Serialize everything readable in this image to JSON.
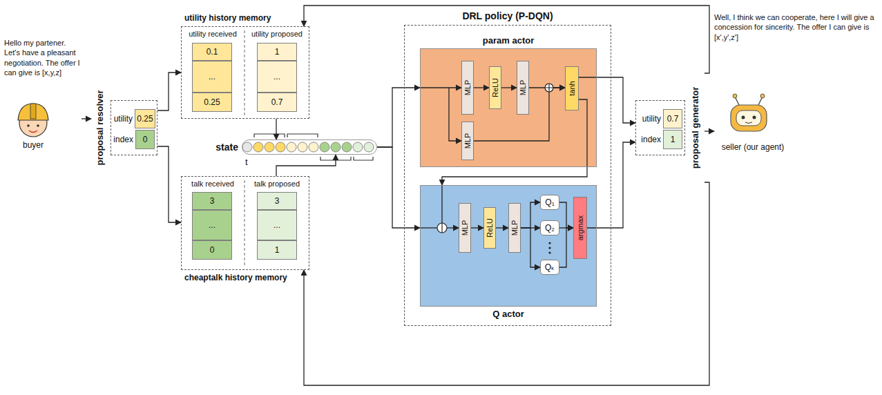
{
  "diagram": {
    "nodes": [
      {
        "text": [
          "Hello my partener. Let's have a pleasant negotiation. The offer I can give is [x,y,z]",
          "buyer"
        ]
      },
      {
        "text": [
          "proposal resolver"
        ]
      },
      {
        "text": [
          "utility",
          "0.25"
        ],
        "in": 1
      },
      {
        "text": [
          "index",
          "0"
        ],
        "in": 1
      },
      {
        "text": [
          "utility history memory"
        ]
      },
      {
        "text": [
          "utility received"
        ],
        "in": 4
      },
      {
        "text": [
          "0.1"
        ],
        "in": 5
      },
      {
        "text": [
          "..."
        ],
        "in": 5
      },
      {
        "text": [
          "0.25"
        ],
        "in": 5
      },
      {
        "text": [
          "utility proposed"
        ],
        "in": 4
      },
      {
        "text": [
          "1"
        ],
        "in": 9
      },
      {
        "text": [
          "..."
        ],
        "in": 9
      },
      {
        "text": [
          "0.7"
        ],
        "in": 9
      },
      {
        "text": [
          "state",
          "t"
        ]
      },
      {
        "text": [
          "cheaptalk history memory"
        ]
      },
      {
        "text": [
          "talk received"
        ],
        "in": 14
      },
      {
        "text": [
          "3"
        ],
        "in": 15
      },
      {
        "text": [
          "..."
        ],
        "in": 15
      },
      {
        "text": [
          "0"
        ],
        "in": 15
      },
      {
        "text": [
          "talk proposed"
        ],
        "in": 14
      },
      {
        "text": [
          "3"
        ],
        "in": 19
      },
      {
        "text": [
          "..."
        ],
        "in": 19
      },
      {
        "text": [
          "1"
        ],
        "in": 19
      },
      {
        "text": [
          "DRL policy (P-DQN)"
        ]
      },
      {
        "text": [
          "param actor"
        ],
        "in": 23
      },
      {
        "text": [
          "MLP"
        ],
        "in": 24
      },
      {
        "text": [
          "ReLU"
        ],
        "in": 24
      },
      {
        "text": [
          "MLP"
        ],
        "in": 24
      },
      {
        "text": [
          "MLP"
        ],
        "in": 24
      },
      {
        "text": [
          "tanh"
        ],
        "in": 24
      },
      {
        "text": [
          "Q actor"
        ],
        "in": 23
      },
      {
        "text": [
          "MLP"
        ],
        "in": 30
      },
      {
        "text": [
          "ReLU"
        ],
        "in": 30
      },
      {
        "text": [
          "MLP"
        ],
        "in": 30
      },
      {
        "text": [
          "Q₁"
        ],
        "in": 30
      },
      {
        "text": [
          "Q₂"
        ],
        "in": 30
      },
      {
        "text": [
          "Qₖ"
        ],
        "in": 30
      },
      {
        "text": [
          "argmax"
        ],
        "in": 30
      },
      {
        "text": [
          "proposal generator"
        ]
      },
      {
        "text": [
          "utility",
          "0.7"
        ],
        "in": 38
      },
      {
        "text": [
          "index",
          "1"
        ],
        "in": 38
      },
      {
        "text": [
          "Well, I think we can cooperate, here I will give a concession for sincerity. The offer I can give is [x',y',z']",
          "seller (our agent)"
        ]
      }
    ],
    "edges": [
      {
        "from": 0,
        "to": 1,
        "arrow": "to"
      },
      {
        "from": 1,
        "to": 4,
        "arrow": "to"
      },
      {
        "from": 1,
        "to": 14,
        "arrow": "to"
      },
      {
        "from": 4,
        "to": 13,
        "arrow": "to"
      },
      {
        "from": 14,
        "to": 13,
        "arrow": "to"
      },
      {
        "from": 13,
        "to": 24,
        "arrow": "to"
      },
      {
        "from": 13,
        "to": 30,
        "arrow": "to"
      },
      {
        "from": 25,
        "to": 26,
        "arrow": "to"
      },
      {
        "from": 26,
        "to": 27,
        "arrow": "to"
      },
      {
        "from": 27,
        "to": 29,
        "arrow": "to"
      },
      {
        "from": 28,
        "to": 29,
        "arrow": "to"
      },
      {
        "from": 29,
        "to": 30,
        "arrow": "to"
      },
      {
        "from": 29,
        "to": 38,
        "arrow": "to"
      },
      {
        "from": 31,
        "to": 32,
        "arrow": "to"
      },
      {
        "from": 32,
        "to": 33,
        "arrow": "to"
      },
      {
        "from": 33,
        "to": 34,
        "arrow": "to"
      },
      {
        "from": 33,
        "to": 35,
        "arrow": "to"
      },
      {
        "from": 33,
        "to": 36,
        "arrow": "to"
      },
      {
        "from": 34,
        "to": 37,
        "arrow": "to"
      },
      {
        "from": 35,
        "to": 37,
        "arrow": "to"
      },
      {
        "from": 36,
        "to": 37,
        "arrow": "to"
      },
      {
        "from": 37,
        "to": 38,
        "arrow": "to"
      },
      {
        "from": 38,
        "to": 41,
        "arrow": "to"
      },
      {
        "from": 38,
        "to": 4,
        "arrow": "to"
      },
      {
        "from": 38,
        "to": 14,
        "arrow": "to"
      }
    ]
  }
}
